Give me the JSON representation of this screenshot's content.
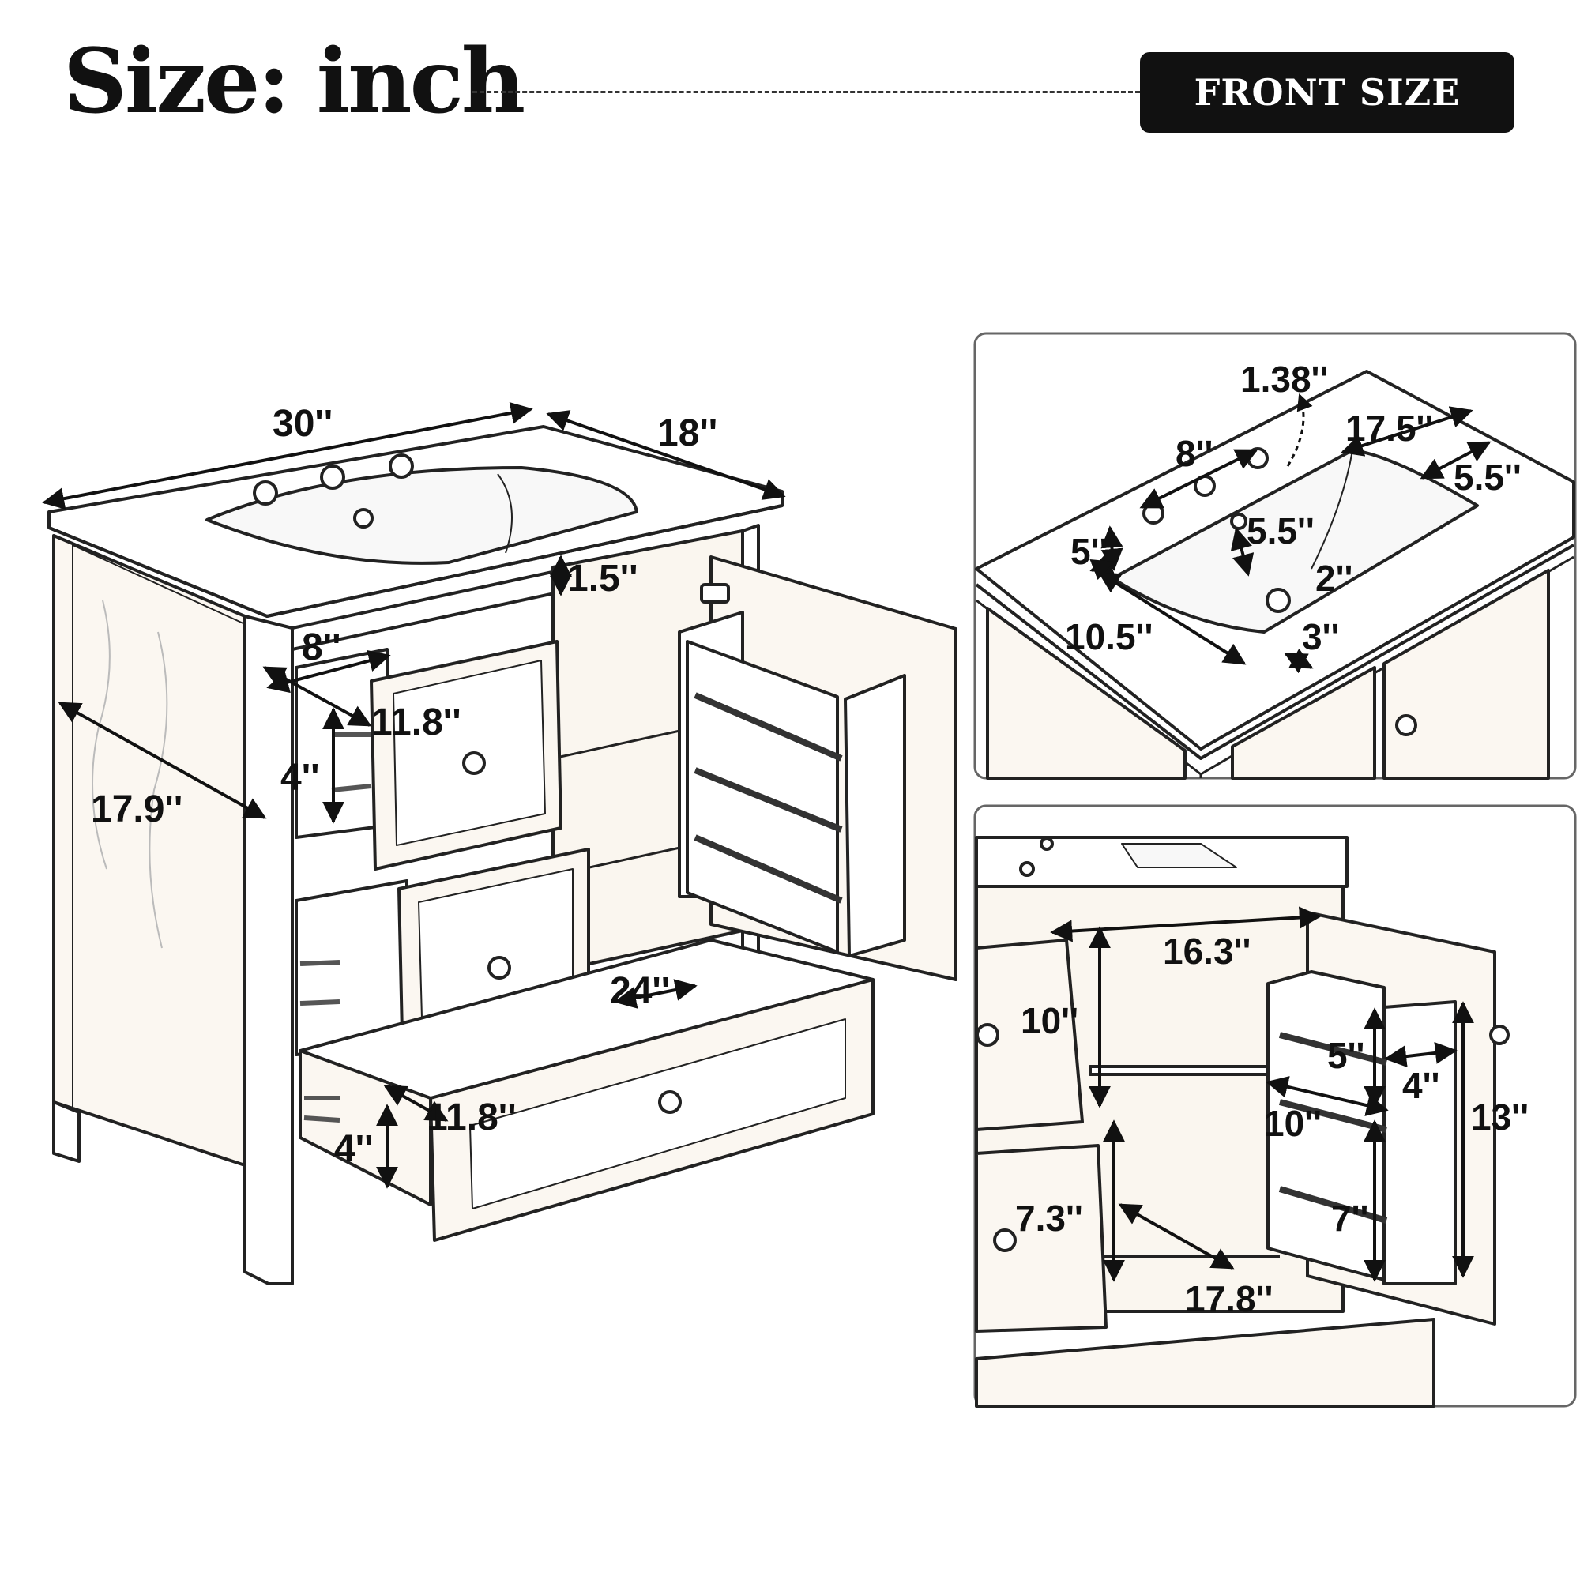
{
  "header": {
    "title": "Size: inch",
    "badge": "FRONT SIZE"
  },
  "main_view": {
    "width": "30''",
    "depth": "18''",
    "height": "17.9''",
    "top_thickness": "1.5''",
    "drawer_width": "8''",
    "drawer_depth_top": "11.8''",
    "drawer_height_top": "4''",
    "bottom_drawer_width": "24''",
    "drawer_depth_bottom": "11.8''",
    "drawer_height_bottom": "4''"
  },
  "sink_detail": {
    "overflow": "1.38''",
    "faucet_spread": "8''",
    "basin_length": "17.5''",
    "edge_side": "5.5''",
    "basin_width": "5.5''",
    "edge_front": "5''",
    "drain": "2''",
    "basin_depth": "10.5''",
    "drain_offset": "3''"
  },
  "cabinet_detail": {
    "interior_width": "16.3''",
    "upper_height": "10''",
    "shelf_gap": "5''",
    "rack_depth": "4''",
    "rack_width": "10''",
    "rack_height": "13''",
    "lower_height": "7.3''",
    "rack_lower": "7''",
    "floor_width": "17.8''"
  }
}
